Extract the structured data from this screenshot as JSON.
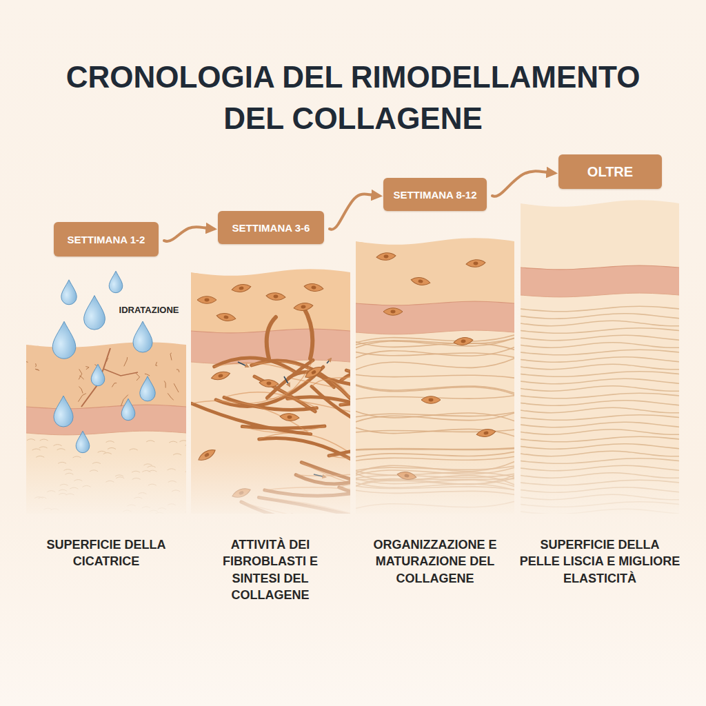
{
  "diagram": {
    "title": "CRONOLOGIA DEL RIMODELLAMENTO DEL COLLAGENE",
    "nodes": [
      {
        "text": [
          "SETTIMANA 1-2"
        ]
      },
      {
        "text": [
          "SETTIMANA 3-6"
        ]
      },
      {
        "text": [
          "SETTIMANA 8-12"
        ]
      },
      {
        "text": [
          "OLTRE"
        ]
      }
    ],
    "edges": [
      {
        "from": 0,
        "to": 1,
        "arrow": "to"
      },
      {
        "from": 1,
        "to": 2,
        "arrow": "to"
      },
      {
        "from": 2,
        "to": 3,
        "arrow": "to"
      }
    ],
    "labels": [
      "IDRATAZIONE",
      "SUPERFICIE DELLA CICATRICE",
      "ATTIVITÀ DEI FIBROBLASTI E SINTESI DEL COLLAGENE",
      "ORGANIZZAZIONE E MATURAZIONE DEL COLLAGENE",
      "SUPERFICIE DELLA PELLE LISCIA E MIGLIORE ELASTICITÀ"
    ]
  }
}
